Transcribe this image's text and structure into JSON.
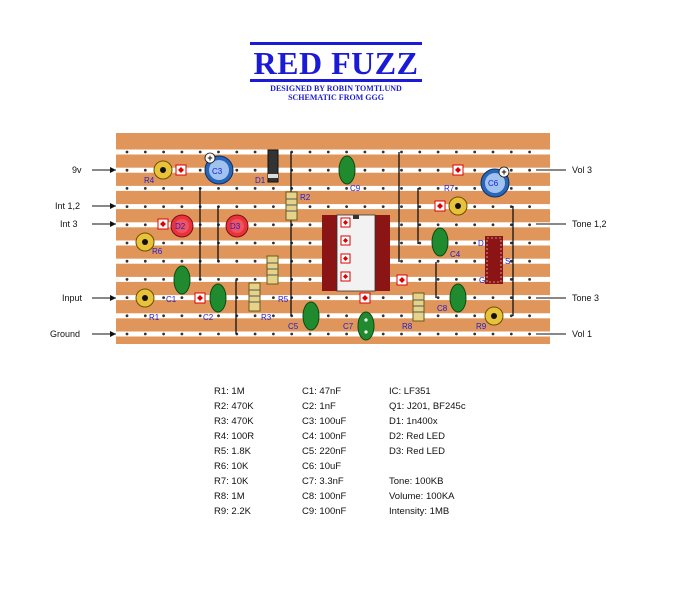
{
  "title": "RED FUZZ",
  "designer": "DESIGNED BY ROBIN TOMTLUND",
  "source": "SCHEMATIC FROM GGG",
  "connections": {
    "left": [
      "9v",
      "Int 1,2",
      "Int 3",
      "Input",
      "Ground"
    ],
    "right": [
      "Vol 3",
      "Tone 1,2",
      "Tone 3",
      "Vol 1"
    ]
  },
  "components": {
    "R1": "R1",
    "R2": "R2",
    "R3": "R3",
    "R4": "R4",
    "R5": "R5",
    "R6": "R6",
    "R7": "R7",
    "R8": "R8",
    "R9": "R9",
    "C1": "C1",
    "C2": "C2",
    "C3": "C3",
    "C4": "C4",
    "C5": "C5",
    "C6": "C6",
    "C7": "C7",
    "C8": "C8",
    "C9": "C9",
    "D1": "D1",
    "D2": "D2",
    "D3": "D3",
    "Q_D": "D",
    "Q_S": "S",
    "Q_G": "G"
  },
  "bom": {
    "resistors": [
      "R1: 1M",
      "R2: 470K",
      "R3: 470K",
      "R4: 100R",
      "R5: 1.8K",
      "R6: 10K",
      "R7: 10K",
      "R8: 1M",
      "R9: 2.2K"
    ],
    "capacitors": [
      "C1: 47nF",
      "C2: 1nF",
      "C3: 100uF",
      "C4: 100nF",
      "C5: 220nF",
      "C6: 10uF",
      "C7: 3.3nF",
      "C8: 100nF",
      "C9: 100nF"
    ],
    "semis": [
      "IC: LF351",
      "Q1: J201, BF245c",
      "D1: 1n400x",
      "D2: Red LED",
      "D3: Red LED"
    ],
    "pots": [
      "Tone: 100KB",
      "Volume: 100KA",
      "Intensity: 1MB"
    ]
  },
  "colors": {
    "board": "#e0965a",
    "strip": "#ffffff",
    "title": "#1b1bd6",
    "cap": "#1f8a2e",
    "led": "#e8323c",
    "ic": "#8b1414",
    "pot": "#e8c23a",
    "electrolytic": "#2a66b8",
    "resistor": "#e6d38a"
  }
}
